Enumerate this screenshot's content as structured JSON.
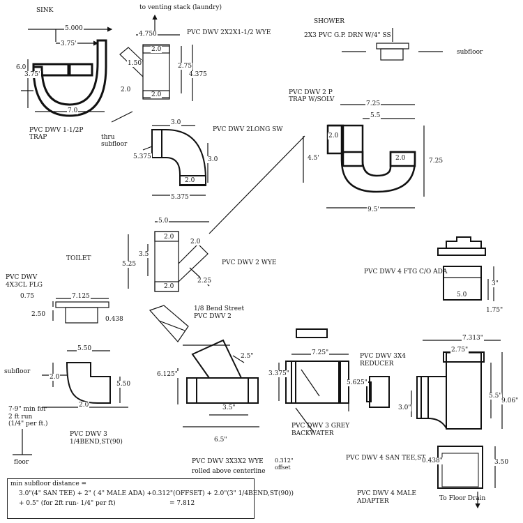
{
  "labels": {
    "sink_title": "SINK",
    "venting": "to venting stack (laundry)",
    "shower_title": "SHOWER",
    "shower_drain": "2X3 PVC G.P. DRN W/4\" SS",
    "subfloor_shower": "subfloor",
    "wye_top": "PVC DWV 2X2X1-1/2 WYE",
    "ptrap_sink_1": "PVC DWV 1-1/2P",
    "ptrap_sink_2": "TRAP",
    "thru_1": "thru",
    "thru_2": "subfloor",
    "long_sw": "PVC DWV 2LONG SW",
    "shower_trap_1": "PVC DWV 2 P",
    "shower_trap_2": "TRAP W/SOLV",
    "toilet": "TOILET",
    "flange_1": "PVC DWV",
    "flange_2": "4X3CL FLG",
    "wye_mid": "PVC DWV 2 WYE",
    "street_1": "1/8 Bend Street",
    "street_2": "PVC DWV 2",
    "cleanout": "PVC DWV 4 FTG C/O ADA",
    "reducer_1": "PVC DWV 3X4",
    "reducer_2": "REDUCER",
    "subfloor_left": "subfloor",
    "run_1": "7-9\" min for",
    "run_2": "2 ft run",
    "run_3": "(1/4\" per ft.)",
    "floor": "floor",
    "bend90_1": "PVC DWV 3",
    "bend90_2": "1/4BEND,ST(90)",
    "wye3_1": "PVC DWV 3X3X2 WYE",
    "wye3_2": "rolled above centerline",
    "backwater_1": "PVC DWV 3 GREY",
    "backwater_2": "BACKWATER",
    "offset_1": "0.312\"",
    "offset_2": "offset",
    "santee": "PVC DWV 4 SAN TEE,ST",
    "adapter_1": "PVC DWV 4 MALE",
    "adapter_2": "ADAPTER",
    "floor_drain": "To Floor Drain"
  },
  "dims": {
    "sink_5000": "5.000",
    "sink_375a": "3.75'",
    "sink_60": "6.0",
    "sink_375b": "3.75'",
    "sink_70": "7.0",
    "wye_4750": "4.750",
    "wye_20a": "2.0",
    "wye_150": "1.50",
    "wye_275": "2.75",
    "wye_4375": "4.375",
    "wye_20b": "2.0",
    "wye_20c": "2.0",
    "sw_30a": "3.0",
    "sw_5375a": "5.375",
    "sw_30b": "3.0",
    "sw_20": "2.0",
    "sw_5375b": "5.375",
    "st_725": "7.25",
    "st_55": "5.5",
    "st_20a": "2.0",
    "st_45": "4.5'",
    "st_20b": "2.0",
    "st_725b": "7.25",
    "st_95": "9.5'",
    "wm_50": "5.0",
    "wm_20a": "2.0",
    "wm_20b": "2.0",
    "wm_35": "3.5",
    "wm_525": "5.25",
    "wm_20c": "2.0",
    "wm_225": "2.25",
    "fl_075": "0.75",
    "fl_7125": "7.125",
    "fl_250": "2.50",
    "fl_0438": "0.438",
    "b90_550": "5.50",
    "b90_20a": "2.0",
    "b90_550b": "5.50",
    "b90_20b": "2.0",
    "w3_25": "2.5\"",
    "w3_6125": "6.125\"",
    "w3_35": "3.5\"",
    "w3_65": "6.5\"",
    "bw_725": "7.25\"",
    "bw_3375": "3.375\"",
    "bw_5625": "5.625\"",
    "co_3": "3\"",
    "co_50": "5.0",
    "co_175": "1.75\"",
    "st_7313": "7.313\"",
    "st_275": "2.75\"",
    "st_55b": "5.5\"",
    "st_906": "9.06\"",
    "st_30": "3.0\"",
    "ad_0438": "0.438\"",
    "ad_350": "3.50"
  },
  "note": {
    "line1": "min subfloor distance =",
    "line2": "3.0\"(4\" SAN TEE) + 2\" ( 4\" MALE ADA) +0.312\"(OFFSET) + 2.0\"(3\" 1/4BEND,ST(90))",
    "line3": "+ 0.5\" (for 2ft run- 1/4\" per ft)",
    "line4": "= 7.812"
  }
}
